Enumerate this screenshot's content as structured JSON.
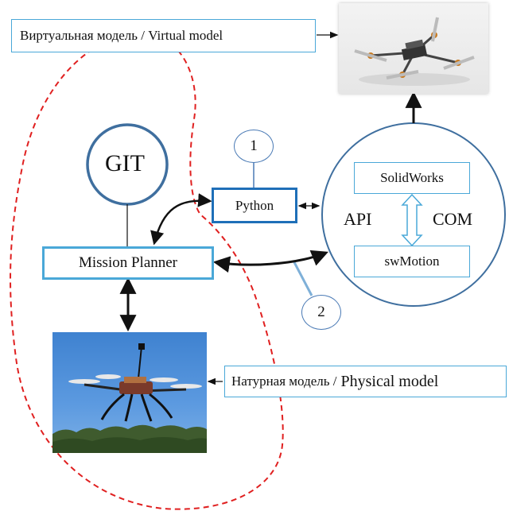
{
  "labels": {
    "virtual_model": "Виртуальная модель / Virtual model",
    "physical_model_ru": "Натурная модель /",
    "physical_model_en": "Physical model",
    "git": "GIT",
    "python": "Python",
    "mission_planner": "Mission Planner",
    "solidworks": "SolidWorks",
    "swmotion": "swMotion",
    "api": "API",
    "com": "COM",
    "num_1": "1",
    "num_2": "2"
  },
  "images": {
    "virtual_model_render": "quadcopter-cad-render",
    "physical_model_photo": "quadcopter-in-flight-photo"
  },
  "colors": {
    "box_border_light": "#4aa8d8",
    "box_border_dark": "#1f6fb8",
    "circle_border": "#3f6f9f",
    "dashed_boundary": "#e02020",
    "arrow": "#111111",
    "sky": "#4f90d8"
  }
}
